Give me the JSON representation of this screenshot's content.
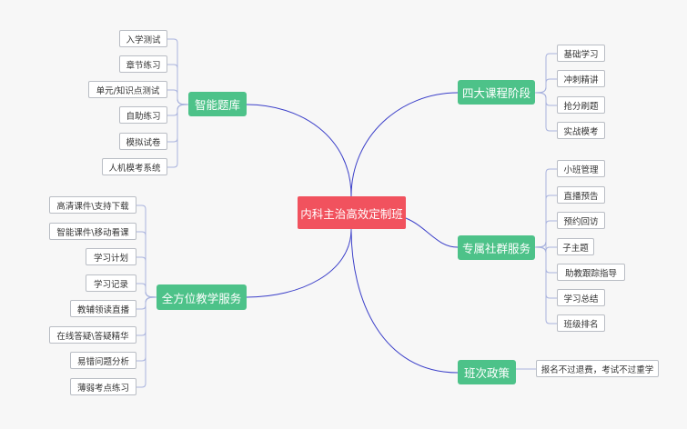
{
  "root": "内科主治高效定制班",
  "branches": [
    {
      "id": "zhineng",
      "label": "智能题库",
      "children": [
        "入学测试",
        "章节练习",
        "单元/知识点测试",
        "自助练习",
        "模拟试卷",
        "人机模考系统"
      ]
    },
    {
      "id": "quanfangwei",
      "label": "全方位教学服务",
      "children": [
        "高清课件\\支持下载",
        "智能课件\\移动看课",
        "学习计划",
        "学习记录",
        "教辅领读直播",
        "在线答疑\\答疑精华",
        "易错问题分析",
        "薄弱考点练习"
      ]
    },
    {
      "id": "sida",
      "label": "四大课程阶段",
      "children": [
        "基础学习",
        "冲刺精讲",
        "抢分刷题",
        "实战模考"
      ]
    },
    {
      "id": "zhuanshu",
      "label": "专属社群服务",
      "children": [
        "小班管理",
        "直播预告",
        "预约回访",
        "子主题",
        "助教跟踪指导",
        "学习总结",
        "班级排名"
      ]
    },
    {
      "id": "banci",
      "label": "班次政策",
      "children": [
        "报名不过退费，考试不过重学"
      ]
    }
  ],
  "colors": {
    "root": "#f1525e",
    "branch": "#4dc289",
    "edge": "#3b3fc9",
    "leaf_edge": "#a9b3de",
    "background": "#f7f7f7"
  }
}
